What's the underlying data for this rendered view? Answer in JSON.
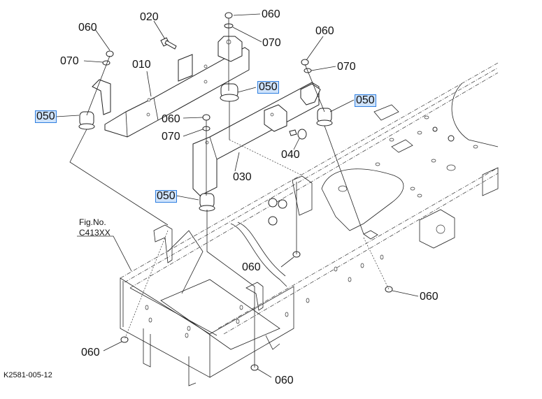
{
  "figure": {
    "fig_no_label": "Fig.No.",
    "fig_no_value": "C413XX",
    "drawing_id": "K2581-005-12",
    "highlight_color": "#cfe3fb",
    "highlight_border": "#2f7fe0"
  },
  "callouts": [
    {
      "id": "020",
      "part": "bolt",
      "highlighted": false
    },
    {
      "id": "060",
      "part": "nut",
      "highlighted": false
    },
    {
      "id": "070",
      "part": "washer",
      "highlighted": false
    },
    {
      "id": "010",
      "part": "bracket-left",
      "highlighted": false
    },
    {
      "id": "050",
      "part": "rubber-mount",
      "highlighted": true
    },
    {
      "id": "060",
      "part": "nut",
      "highlighted": false
    },
    {
      "id": "070",
      "part": "washer",
      "highlighted": false
    },
    {
      "id": "050",
      "part": "rubber-mount",
      "highlighted": true
    },
    {
      "id": "060",
      "part": "nut",
      "highlighted": false
    },
    {
      "id": "070",
      "part": "washer",
      "highlighted": false
    },
    {
      "id": "050",
      "part": "rubber-mount",
      "highlighted": true
    },
    {
      "id": "060",
      "part": "nut",
      "highlighted": false
    },
    {
      "id": "070",
      "part": "washer",
      "highlighted": false
    },
    {
      "id": "040",
      "part": "bolt",
      "highlighted": false
    },
    {
      "id": "030",
      "part": "bracket-center",
      "highlighted": false
    },
    {
      "id": "050",
      "part": "rubber-mount",
      "highlighted": true
    },
    {
      "id": "060",
      "part": "nut",
      "highlighted": false
    },
    {
      "id": "060",
      "part": "nut",
      "highlighted": false
    },
    {
      "id": "060",
      "part": "nut",
      "highlighted": false
    },
    {
      "id": "060",
      "part": "nut",
      "highlighted": false
    }
  ]
}
